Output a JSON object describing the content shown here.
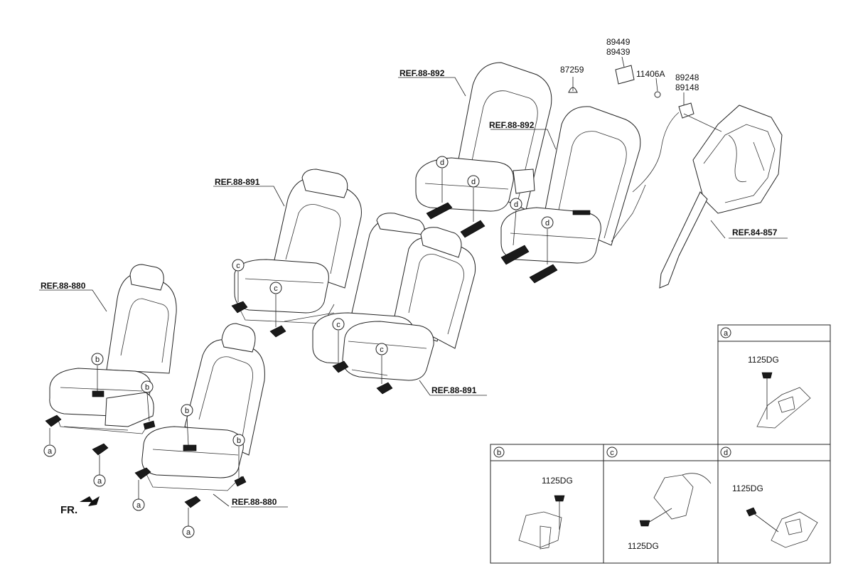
{
  "refs": {
    "r880_left": "REF.88-880",
    "r880_bottom": "REF.88-880",
    "r891_top": "REF.88-891",
    "r891_right": "REF.88-891",
    "r892_top": "REF.88-892",
    "r892_mid": "REF.88-892",
    "r857": "REF.84-857"
  },
  "parts": {
    "p89449": "89449",
    "p89439": "89439",
    "p87259": "87259",
    "p11406A": "11406A",
    "p89248": "89248",
    "p89148": "89148"
  },
  "markers": {
    "a": "a",
    "b": "b",
    "c": "c",
    "d": "d"
  },
  "front_label": "FR.",
  "details": {
    "a": {
      "letter": "a",
      "part": "1125DG"
    },
    "b": {
      "letter": "b",
      "part": "1125DG"
    },
    "c": {
      "letter": "c",
      "part": "1125DG"
    },
    "d": {
      "letter": "d",
      "part": "1125DG"
    }
  }
}
